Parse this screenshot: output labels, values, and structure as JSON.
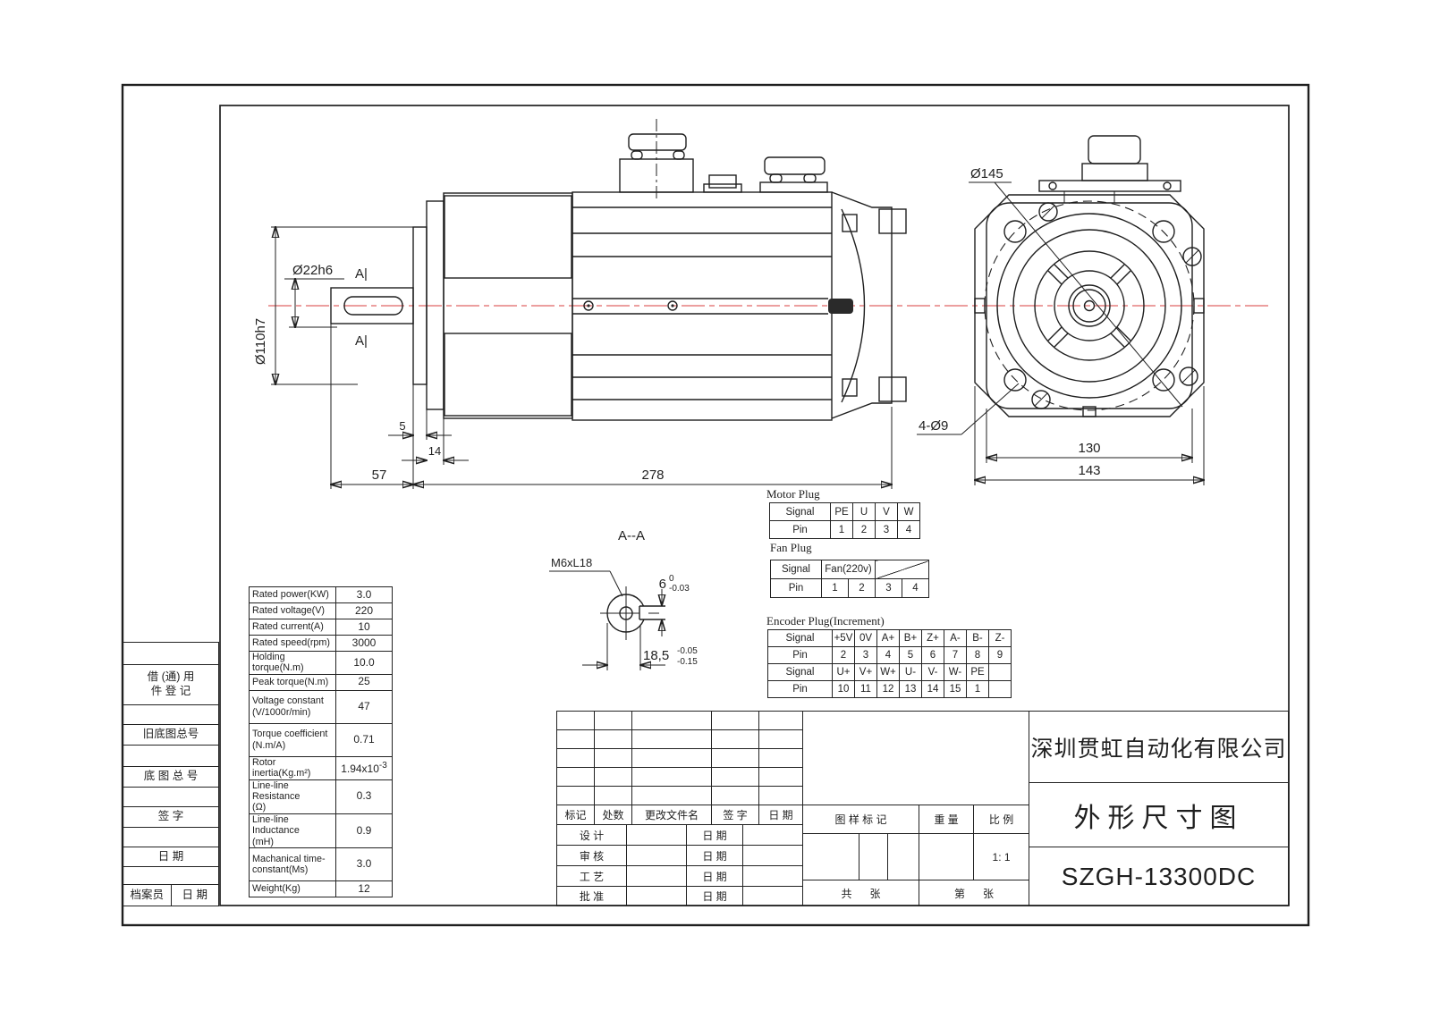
{
  "colors": {
    "paper": "#ffffff",
    "ink": "#1f1f1f",
    "centerline": "#e06666"
  },
  "side_view": {
    "shaft_dia_label": "Ø22h6",
    "pilot_dia_label": "Ø110h7",
    "section_mark": "A|",
    "dim_5": "5",
    "dim_14": "14",
    "dim_57": "57",
    "dim_278": "278"
  },
  "end_view": {
    "bolt_circle_label": "Ø145",
    "hole_label": "4-Ø9",
    "dim_130": "130",
    "dim_143": "143"
  },
  "section_aa": {
    "title": "A--A",
    "thread_label": "M6xL18",
    "width_nominal": "6",
    "width_tol_hi": "0",
    "width_tol_lo": "-0.03",
    "depth_nominal": "18,5",
    "depth_tol_hi": "-0.05",
    "depth_tol_lo": "-0.15"
  },
  "plugs": {
    "motor": {
      "title": "Motor Plug",
      "rows": [
        [
          "Signal",
          "PE",
          "U",
          "V",
          "W"
        ],
        [
          "Pin",
          "1",
          "2",
          "3",
          "4"
        ]
      ]
    },
    "fan": {
      "title": "Fan Plug",
      "signal_label": "Signal",
      "fan_value": "Fan(220v)",
      "pin_label": "Pin",
      "pins": [
        "1",
        "2",
        "3",
        "4"
      ]
    },
    "encoder": {
      "title": "Encoder Plug(Increment)",
      "rows": [
        [
          "Signal",
          "+5V",
          "0V",
          "A+",
          "B+",
          "Z+",
          "A-",
          "B-",
          "Z-"
        ],
        [
          "Pin",
          "2",
          "3",
          "4",
          "5",
          "6",
          "7",
          "8",
          "9"
        ],
        [
          "Signal",
          "U+",
          "V+",
          "W+",
          "U-",
          "V-",
          "W-",
          "PE",
          ""
        ],
        [
          "Pin",
          "10",
          "11",
          "12",
          "13",
          "14",
          "15",
          "1",
          ""
        ]
      ]
    }
  },
  "spec_table": {
    "rows": [
      {
        "label": "Rated power(KW)",
        "value": "3.0"
      },
      {
        "label": "Rated voltage(V)",
        "value": "220"
      },
      {
        "label": "Rated current(A)",
        "value": "10"
      },
      {
        "label": "Rated speed(rpm)",
        "value": "3000"
      },
      {
        "label": "Holding torque(N.m)",
        "value": "10.0"
      },
      {
        "label": "Peak torque(N.m)",
        "value": "25"
      },
      {
        "label": "Voltage constant\n(V/1000r/min)",
        "value": "47"
      },
      {
        "label": "Torque coefficient\n(N.m/A)",
        "value": "0.71"
      },
      {
        "label": "Rotor inertia(Kg.m²)",
        "value": "1.94x10",
        "exp": "-3"
      },
      {
        "label": "Line-line Resistance\n(Ω)",
        "value": "0.3"
      },
      {
        "label": "Line-line Inductance\n(mH)",
        "value": "0.9"
      },
      {
        "label": "Machanical time-\nconstant(Ms)",
        "value": "3.0"
      },
      {
        "label": "Weight(Kg)",
        "value": "12"
      }
    ]
  },
  "sidebar": {
    "borrow": "借 (通) 用\n件 登 记",
    "old_base_no": "旧底图总号",
    "base_no": "底 图 总 号",
    "signature": "签  字",
    "date": "日  期",
    "archivist": "档案员",
    "archivist_date": "日 期"
  },
  "title_block": {
    "rev_cols": [
      "标记",
      "处数",
      "更改文件名",
      "签  字",
      "日 期"
    ],
    "approvals": [
      {
        "role": "设  计",
        "date": "日  期"
      },
      {
        "role": "审  核",
        "date": "日  期"
      },
      {
        "role": "工  艺",
        "date": "日  期"
      },
      {
        "role": "批  准",
        "date": "日  期"
      }
    ],
    "mark_label": "图 样 标 记",
    "weight_label": "重  量",
    "scale_label": "比  例",
    "scale_value": "1: 1",
    "sheet_total": "共      张",
    "sheet_index": "第      张",
    "company": "深圳贯虹自动化有限公司",
    "drawing_title": "外形尺寸图",
    "model": "SZGH-13300DC"
  }
}
